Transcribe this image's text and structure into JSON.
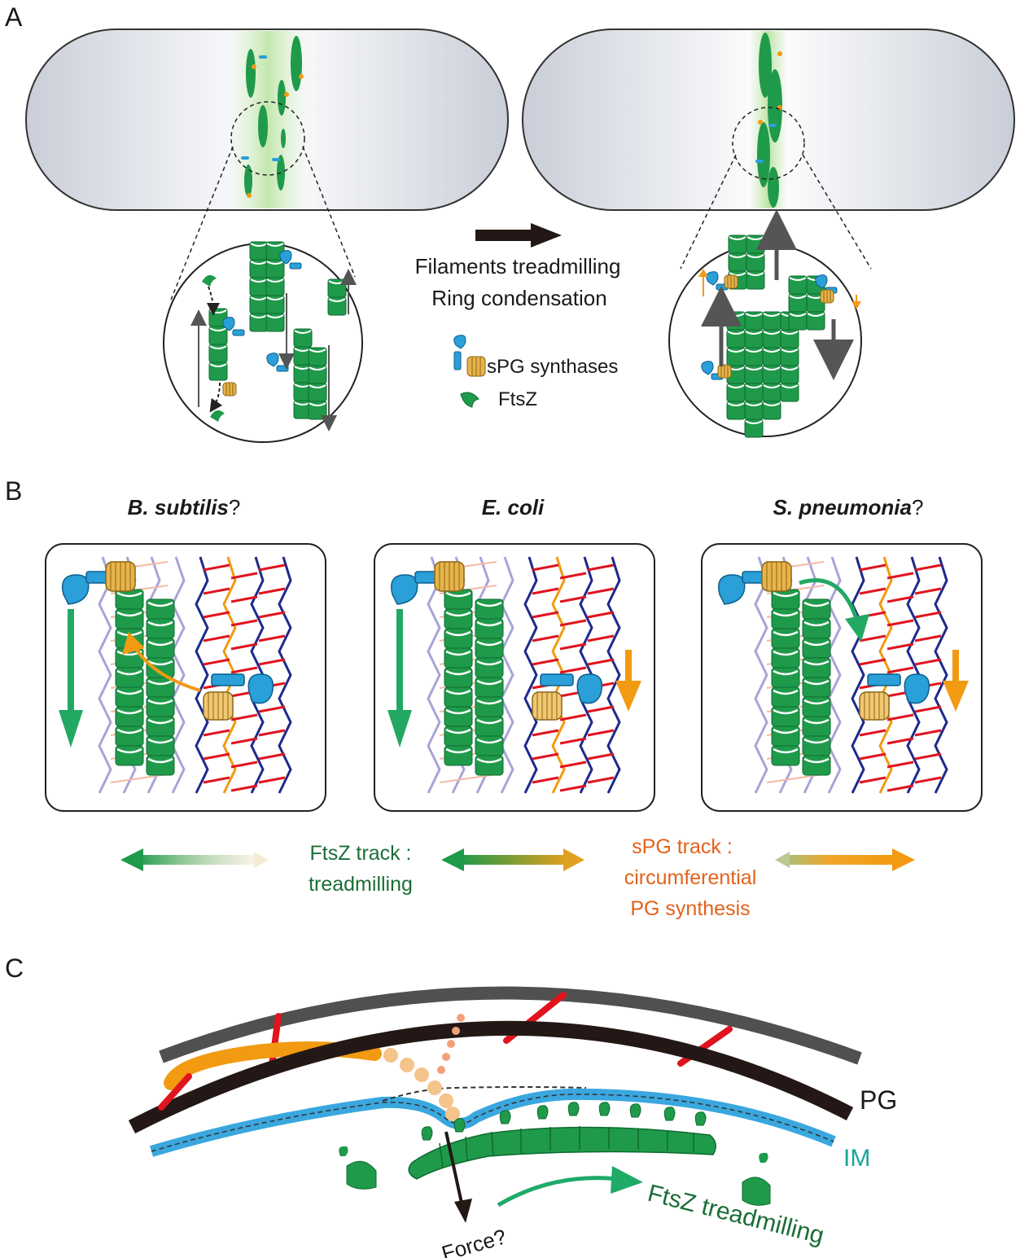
{
  "panels": {
    "a": "A",
    "b": "B",
    "c": "C"
  },
  "panel_a": {
    "process_line1": "Filaments treadmilling",
    "process_line2": "Ring condensation",
    "legend_sPG": "sPG synthases",
    "legend_ftsz": "FtsZ"
  },
  "panel_b": {
    "species": [
      {
        "name": "B. subtilis",
        "suffix": "?"
      },
      {
        "name": "E. coli",
        "suffix": ""
      },
      {
        "name": "S. pneumonia",
        "suffix": "?"
      }
    ],
    "ftsz_track_line1": "FtsZ track :",
    "ftsz_track_line2": "treadmilling",
    "spg_track_line1": "sPG track :",
    "spg_track_line2": "circumferential",
    "spg_track_line3": "PG synthesis"
  },
  "panel_c": {
    "pg_label": "PG",
    "im_label": "IM",
    "force_label": "Force?",
    "treadmilling_label": "FtsZ treadmilling"
  },
  "colors": {
    "ftsz_green": "#1f9a4a",
    "ftsz_green_dark": "#0e6b30",
    "synthase_blue": "#2a9fd8",
    "synthase_gold": "#e7b44a",
    "pg_red": "#e0141e",
    "pg_navy": "#1c2a8c",
    "orange_accent": "#f29a12",
    "membrane_blue": "#3aa7df",
    "label_green": "#1b6e36",
    "label_orange": "#e2621b",
    "im_teal": "#1aa59a"
  },
  "icons": [
    "ftsz-subunit-icon",
    "sPG-synthase-icon",
    "arrow-icon"
  ]
}
